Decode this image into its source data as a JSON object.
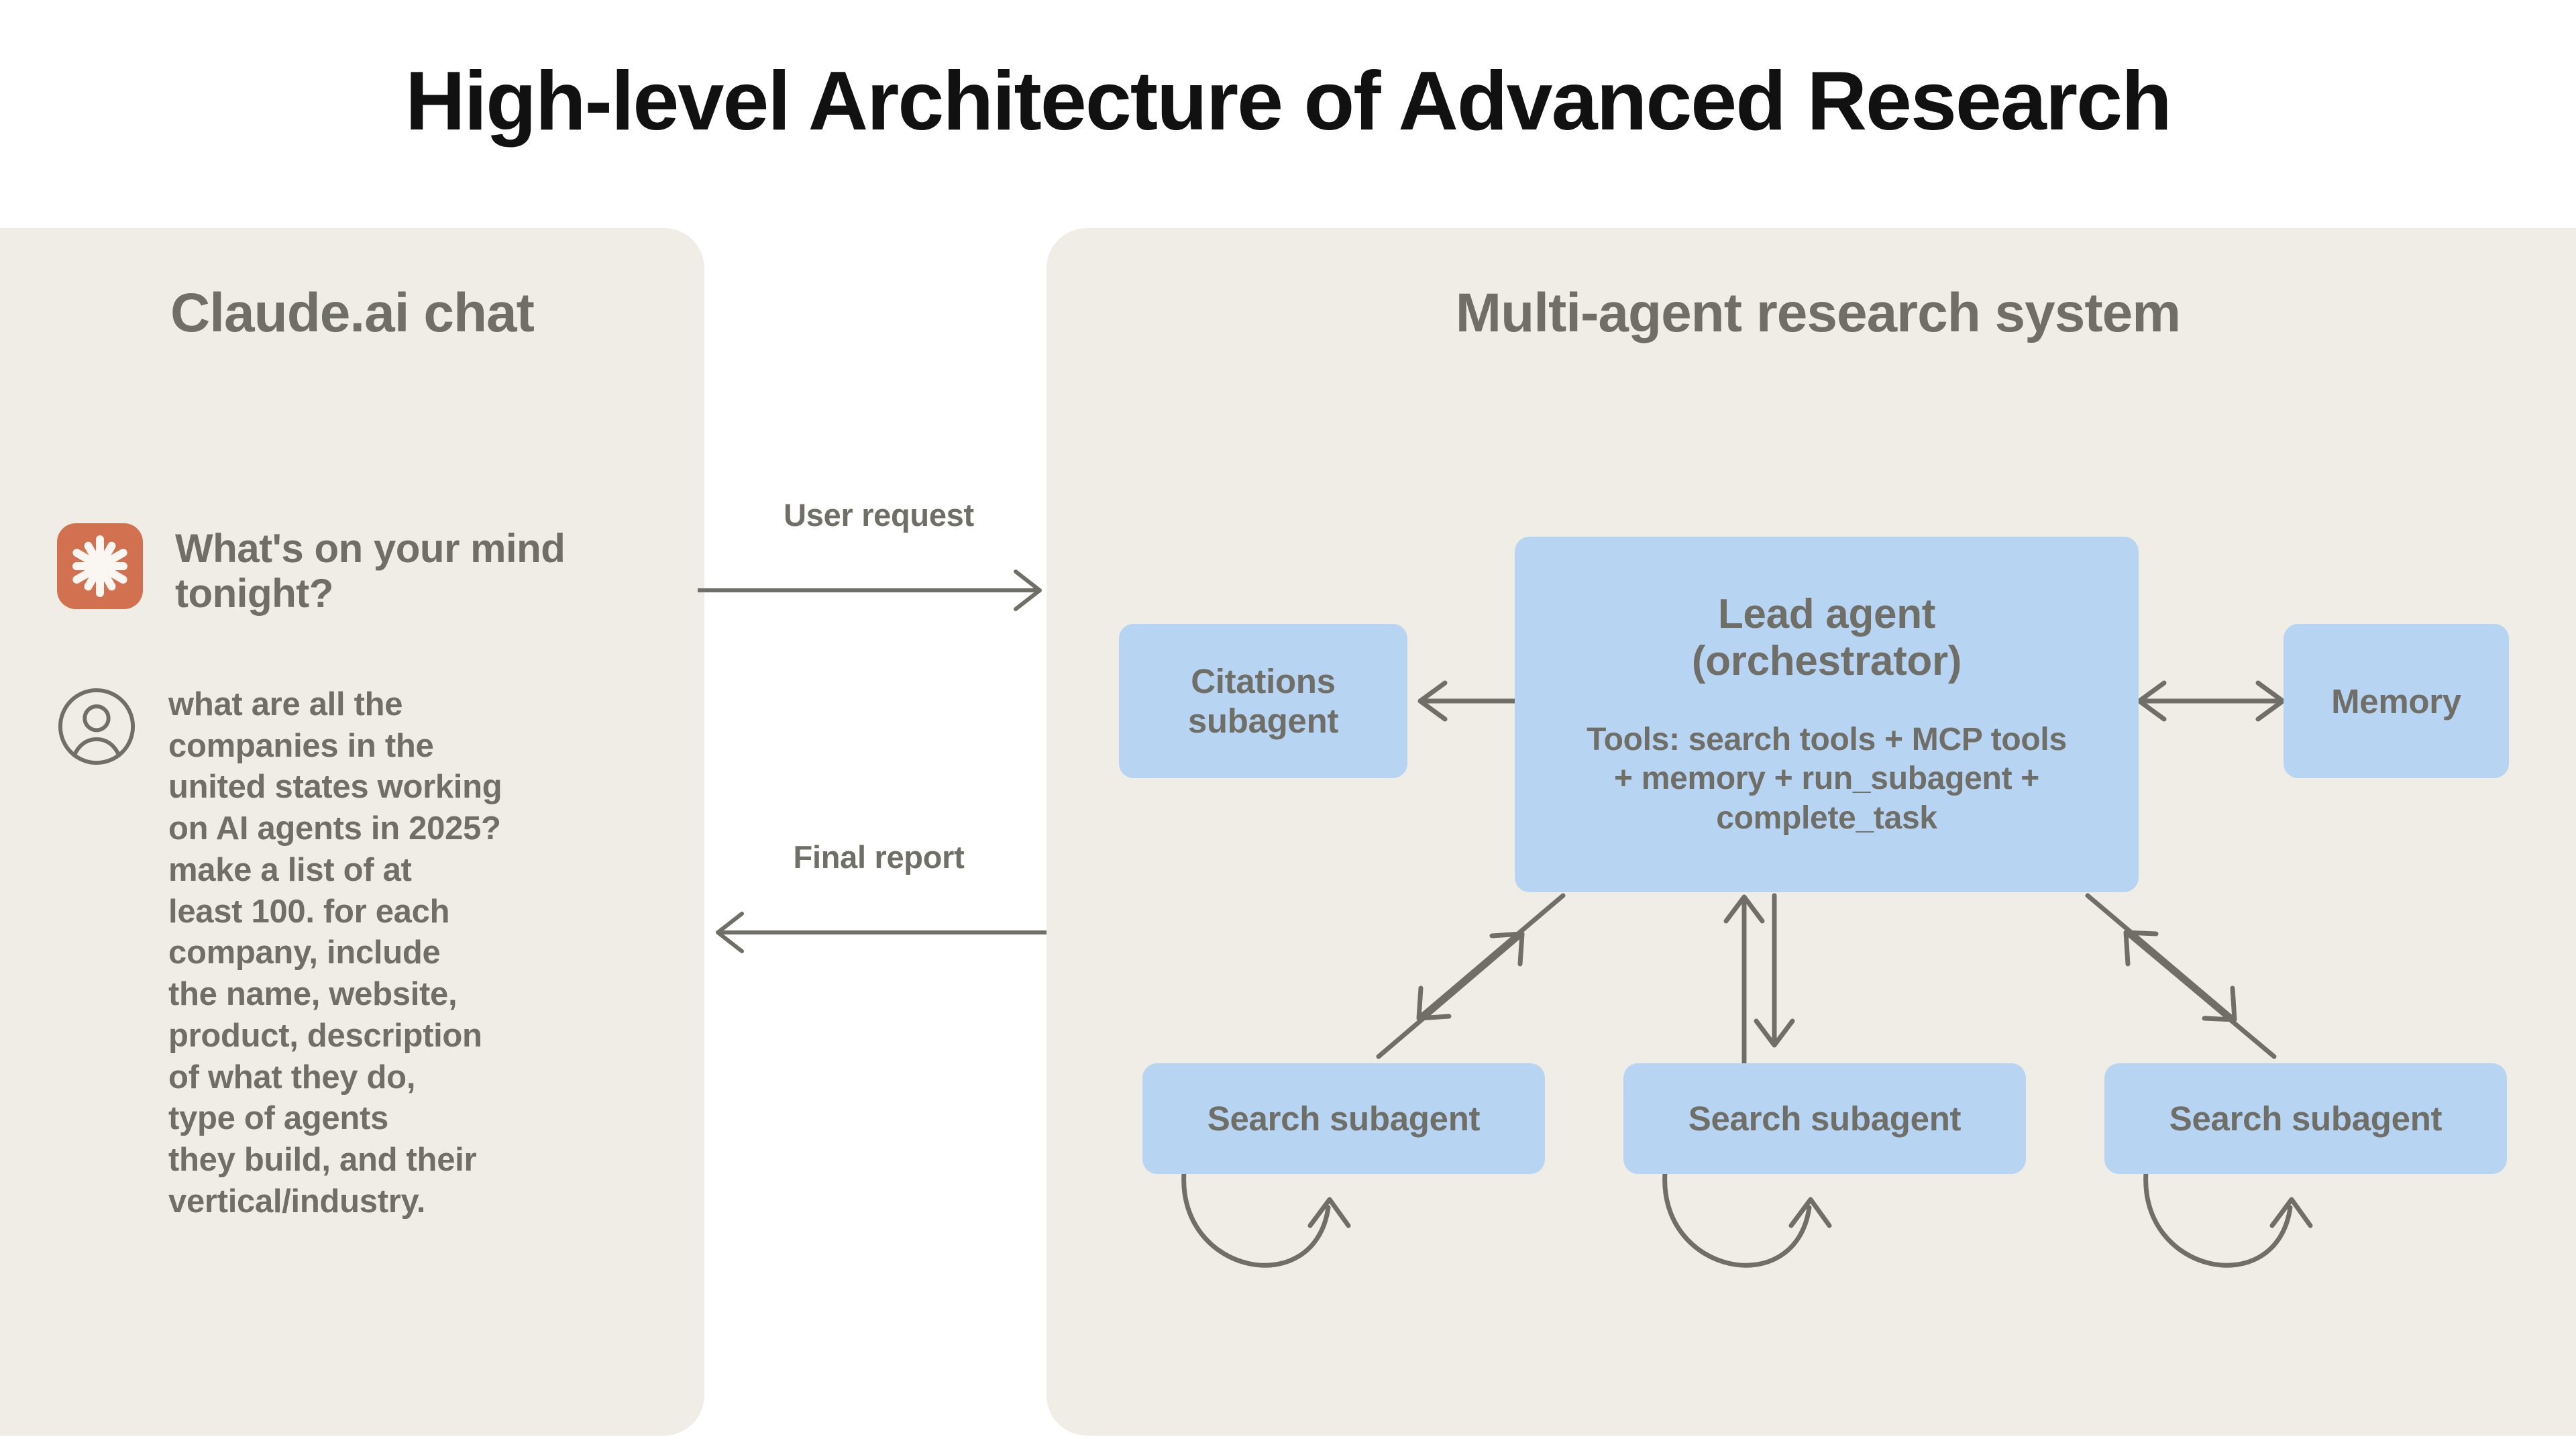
{
  "page": {
    "title": "High-level Architecture of Advanced Research"
  },
  "left_panel": {
    "heading": "Claude.ai chat",
    "logo_icon": "claude-starburst-icon",
    "greeting": "What's on your\nmind tonight?",
    "user_avatar_icon": "user-avatar-icon",
    "user_message": "what are all the\ncompanies in the\nunited states working\non AI agents in 2025?\nmake a list of at\nleast 100. for each\ncompany, include\nthe name, website,\nproduct, description\nof what they do,\ntype of agents\nthey build, and their\nvertical/industry."
  },
  "connectors": {
    "user_request": {
      "label": "User request",
      "direction": "right",
      "icon": "arrow-right-icon"
    },
    "final_report": {
      "label": "Final report",
      "direction": "left",
      "icon": "arrow-left-icon"
    }
  },
  "right_panel": {
    "heading": "Multi-agent research system",
    "nodes": {
      "lead_agent": {
        "title": "Lead agent\n(orchestrator)",
        "tools": "Tools: search tools + MCP tools\n+ memory + run_subagent +\ncomplete_task"
      },
      "citations": {
        "label": "Citations\nsubagent"
      },
      "memory": {
        "label": "Memory"
      },
      "search_subagents": [
        {
          "label": "Search subagent"
        },
        {
          "label": "Search subagent"
        },
        {
          "label": "Search subagent"
        }
      ]
    },
    "edges": [
      {
        "from": "lead_agent",
        "to": "citations",
        "style": "single-arrow-left",
        "icon": "arrow-left-icon"
      },
      {
        "from": "lead_agent",
        "to": "memory",
        "style": "double-arrow-horizontal",
        "icon": "arrow-left-right-icon"
      },
      {
        "from": "lead_agent",
        "to": "search_subagent_1",
        "style": "two-parallel-diagonal",
        "icon": "arrow-diagonal-icon"
      },
      {
        "from": "lead_agent",
        "to": "search_subagent_2",
        "style": "two-parallel-vertical",
        "icon": "arrow-vertical-icon"
      },
      {
        "from": "lead_agent",
        "to": "search_subagent_3",
        "style": "two-parallel-diagonal",
        "icon": "arrow-diagonal-icon"
      },
      {
        "from": "search_subagent_1",
        "to": "search_subagent_1",
        "style": "self-loop",
        "icon": "loop-arrow-icon"
      },
      {
        "from": "search_subagent_2",
        "to": "search_subagent_2",
        "style": "self-loop",
        "icon": "loop-arrow-icon"
      },
      {
        "from": "search_subagent_3",
        "to": "search_subagent_3",
        "style": "self-loop",
        "icon": "loop-arrow-icon"
      }
    ]
  },
  "colors": {
    "background": "#FFFFFF",
    "panel": "#EFEDE6",
    "node": "#B8D4F3",
    "text_muted": "#6F6F68",
    "title": "#111111",
    "accent_orange": "#D2714F",
    "stroke": "#6F6F68"
  }
}
